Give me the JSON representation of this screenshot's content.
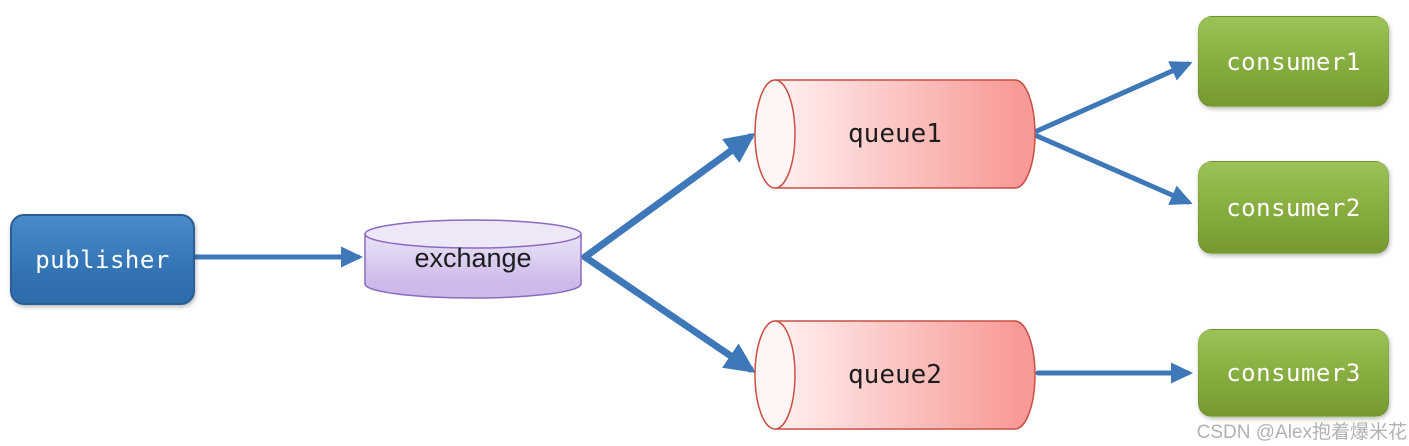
{
  "diagram": {
    "type": "message-broker-fanout",
    "nodes": {
      "publisher": {
        "label": "publisher",
        "shape": "rounded-box",
        "color": "#3576B7"
      },
      "exchange": {
        "label": "exchange",
        "shape": "cylinder-vertical",
        "color": "#D9C9F0"
      },
      "queue1": {
        "label": "queue1",
        "shape": "cylinder-horizontal",
        "color": "#F89B98"
      },
      "queue2": {
        "label": "queue2",
        "shape": "cylinder-horizontal",
        "color": "#F89B98"
      },
      "consumer1": {
        "label": "consumer1",
        "shape": "rounded-box",
        "color": "#86AC3F"
      },
      "consumer2": {
        "label": "consumer2",
        "shape": "rounded-box",
        "color": "#86AC3F"
      },
      "consumer3": {
        "label": "consumer3",
        "shape": "rounded-box",
        "color": "#86AC3F"
      }
    },
    "edges": [
      {
        "from": "publisher",
        "to": "exchange"
      },
      {
        "from": "exchange",
        "to": "queue1"
      },
      {
        "from": "exchange",
        "to": "queue2"
      },
      {
        "from": "queue1",
        "to": "consumer1"
      },
      {
        "from": "queue1",
        "to": "consumer2"
      },
      {
        "from": "queue2",
        "to": "consumer3"
      }
    ],
    "arrow_color": "#3E78B8"
  },
  "watermark": {
    "text": "CSDN @Alex抱着爆米花"
  }
}
